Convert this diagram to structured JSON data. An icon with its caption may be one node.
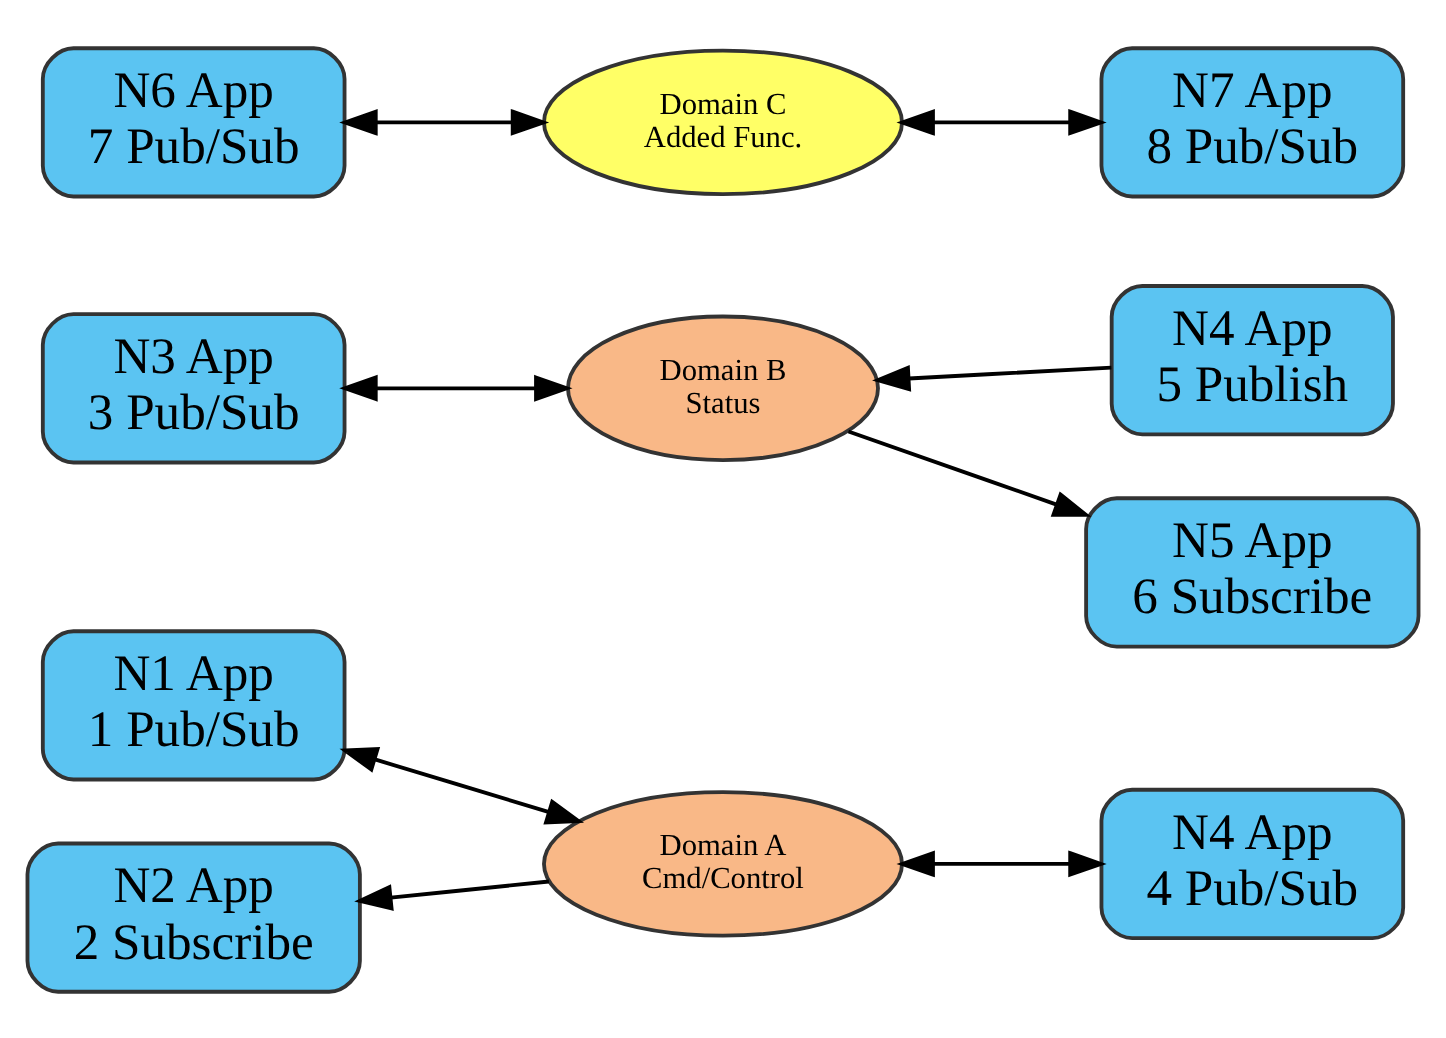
{
  "diagram": {
    "nodes": [
      {
        "text": [
          "N1 App 1 Pub/Sub"
        ]
      },
      {
        "text": [
          "Domain A Cmd/Control"
        ]
      },
      {
        "text": [
          "N4 App 4 Pub/Sub"
        ]
      },
      {
        "text": [
          "N2 App 2 Subscribe"
        ]
      },
      {
        "text": [
          "N4 App 5 Publish"
        ]
      },
      {
        "text": [
          "Domain B Status"
        ]
      },
      {
        "text": [
          "N3 App 3 Pub/Sub"
        ]
      },
      {
        "text": [
          "N5 App 6 Subscribe"
        ]
      },
      {
        "text": [
          "Domain C Added Func."
        ]
      },
      {
        "text": [
          "N6 App 7 Pub/Sub"
        ]
      },
      {
        "text": [
          "N7 App 8 Pub/Sub"
        ]
      }
    ],
    "edges": [
      {
        "from": 0,
        "to": 1,
        "arrow": "both"
      },
      {
        "from": 1,
        "to": 2,
        "arrow": "both"
      },
      {
        "from": 1,
        "to": 3,
        "arrow": "to"
      },
      {
        "from": 4,
        "to": 5,
        "arrow": "to"
      },
      {
        "from": 5,
        "to": 6,
        "arrow": "both"
      },
      {
        "from": 5,
        "to": 7,
        "arrow": "to"
      },
      {
        "from": 8,
        "to": 9,
        "arrow": "both"
      },
      {
        "from": 8,
        "to": 10,
        "arrow": "both"
      }
    ]
  }
}
